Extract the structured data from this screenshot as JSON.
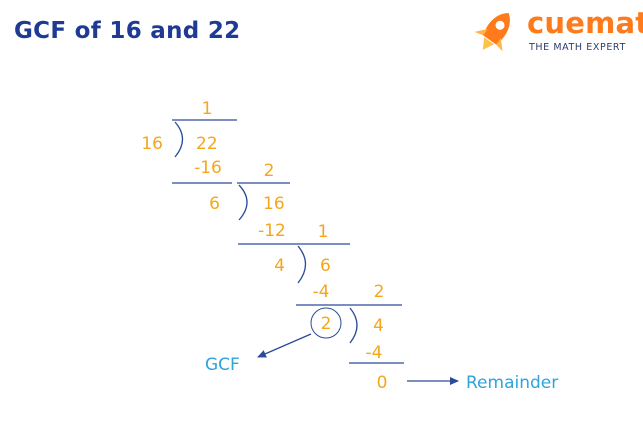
{
  "title": "GCF of 16 and 22",
  "brand": {
    "name": "cuemath",
    "tagline": "THE MATH EXPERT",
    "logo_icon": "rocket-icon"
  },
  "colors": {
    "title": "#1f3a93",
    "digits": "#f5a61b",
    "lines": "#2a4a9a",
    "labels": "#2ea3dc",
    "brand": "#ff7a1a"
  },
  "steps": [
    {
      "divisor": "16",
      "dividend": "22",
      "quotient": "1",
      "product": "-16"
    },
    {
      "divisor": "6",
      "dividend": "16",
      "quotient": "2",
      "product": "-12"
    },
    {
      "divisor": "4",
      "dividend": "6",
      "quotient": "1",
      "product": "-4"
    },
    {
      "divisor": "2",
      "dividend": "4",
      "quotient": "2",
      "product": "-4"
    }
  ],
  "remainder": "0",
  "labels": {
    "gcf": "GCF",
    "remainder": "Remainder"
  }
}
